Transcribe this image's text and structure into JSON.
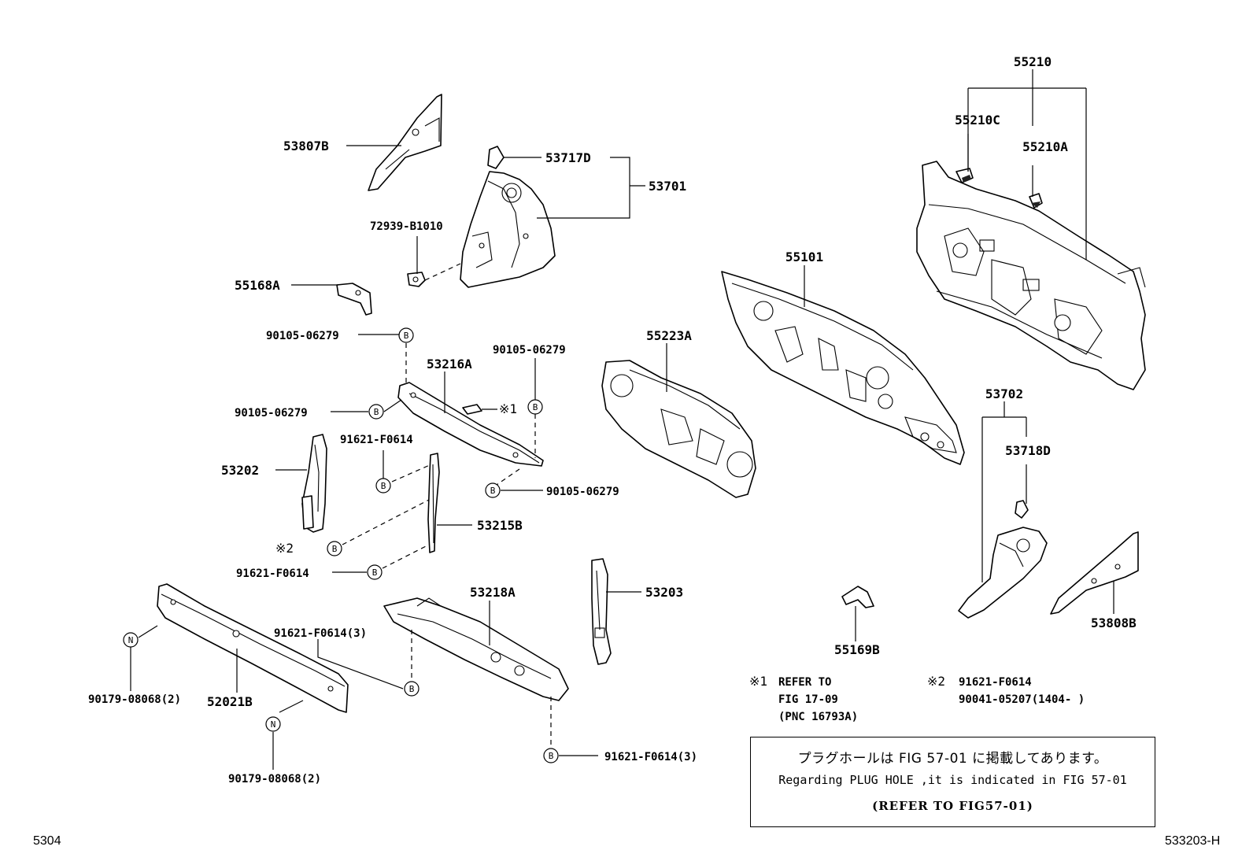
{
  "labels": {
    "p55210": "55210",
    "p55210C": "55210C",
    "p55210A": "55210A",
    "p53807B": "53807B",
    "p53717D": "53717D",
    "p53701": "53701",
    "p72939": "72939-B1010",
    "p55168A": "55168A",
    "p55101": "55101",
    "p55223A": "55223A",
    "p90105_a": "90105-06279",
    "p90105_b": "90105-06279",
    "p90105_c": "90105-06279",
    "p90105_d": "90105-06279",
    "p53216A": "53216A",
    "ref1_mark": "※1",
    "p91621_a": "91621-F0614",
    "p53202": "53202",
    "p53215B": "53215B",
    "ref2_mark": "※2",
    "p91621_b": "91621-F0614",
    "p53702": "53702",
    "p53718D": "53718D",
    "p53203": "53203",
    "p53218A": "53218A",
    "p91621_c": "91621-F0614(3)",
    "p91621_d": "91621-F0614(3)",
    "p90179_a": "90179-08068(2)",
    "p52021B": "52021B",
    "p90179_b": "90179-08068(2)",
    "p55169B": "55169B",
    "p53808B": "53808B"
  },
  "circle_letters": {
    "b": "B",
    "n": "N"
  },
  "notes": {
    "note1_mark": "※1",
    "note1_line1": "REFER TO",
    "note1_line2": "FIG 17-09",
    "note1_line3": "(PNC 16793A)",
    "note2_mark": "※2",
    "note2_line1": "91621-F0614",
    "note2_line2": "90041-05207(1404-      )"
  },
  "plug_hole_box": {
    "line_jp": "プラグホールは FIG 57-01 に掲載してあります。",
    "line_en": "Regarding PLUG HOLE ,it is indicated in FIG 57-01",
    "line_ref": "(REFER TO FIG57-01)"
  },
  "footer": {
    "page_code": "5304",
    "figure_code": "533203-H"
  }
}
